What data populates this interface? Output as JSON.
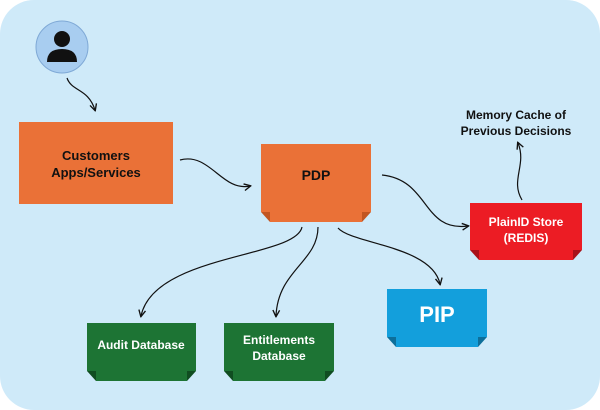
{
  "colors": {
    "background": "#cfeaf9",
    "customers": "#ea7137",
    "pdp": "#ea7137",
    "fold_orange": "#c25521",
    "plainid": "#ec1c24",
    "fold_red": "#a8121a",
    "pip": "#139fdc",
    "fold_blue": "#0d6f9a",
    "database": "#1d7434",
    "fold_green": "#104d21",
    "user_circle": "#a8cdf0"
  },
  "icons": {
    "user": "person-icon"
  },
  "nodes": {
    "customers": {
      "line1": "Customers",
      "line2": "Apps/Services"
    },
    "pdp": {
      "label": "PDP"
    },
    "plainid": {
      "line1": "PlainID Store",
      "line2": "(REDIS)"
    },
    "pip": {
      "label": "PIP"
    },
    "audit": {
      "label": "Audit Database"
    },
    "entitlements": {
      "line1": "Entitlements",
      "line2": "Database"
    },
    "memory_cache": {
      "line1": "Memory Cache of",
      "line2": "Previous Decisions"
    }
  }
}
